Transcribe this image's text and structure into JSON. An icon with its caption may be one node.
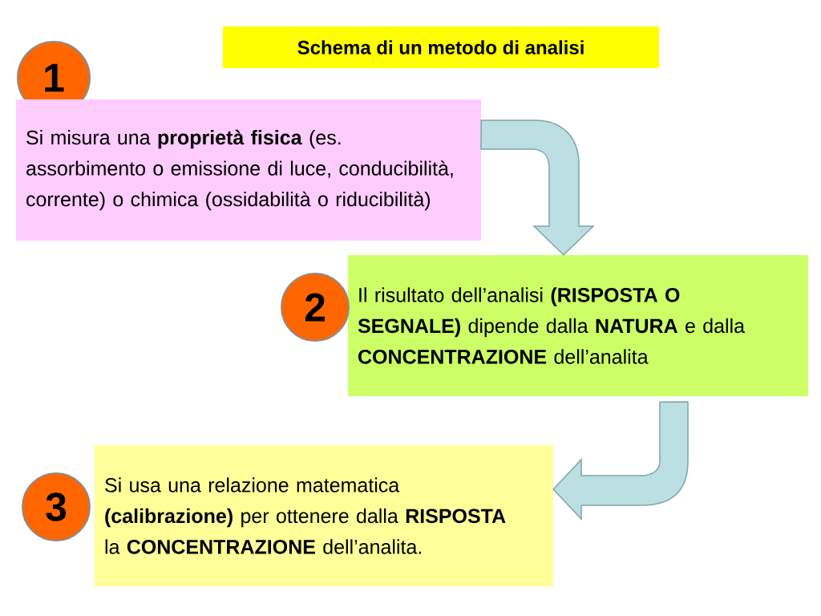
{
  "diagram": {
    "title": "Schema di un metodo di analisi",
    "nodes": [
      {
        "text": [
          "1"
        ]
      },
      {
        "text": [
          "Si misura una **proprietà fisica** (es. assorbimento o emissione di luce, conducibilità, corrente) o chimica (ossidabilità o riducibilità)"
        ]
      },
      {
        "text": [
          "2"
        ]
      },
      {
        "text": [
          "Il risultato dell’analisi **(RISPOSTA O SEGNALE)** dipende dalla **NATURA** e dalla **CONCENTRAZIONE** dell’analita"
        ]
      },
      {
        "text": [
          "3"
        ]
      },
      {
        "text": [
          "Si usa una relazione matematica **(calibrazione)** per ottenere dalla **RISPOSTA** la **CONCENTRAZIONE** dell’analita."
        ]
      }
    ],
    "edges": [
      {
        "from": 1,
        "to": 3,
        "arrow": "to"
      },
      {
        "from": 3,
        "to": 5,
        "arrow": "to"
      }
    ]
  }
}
